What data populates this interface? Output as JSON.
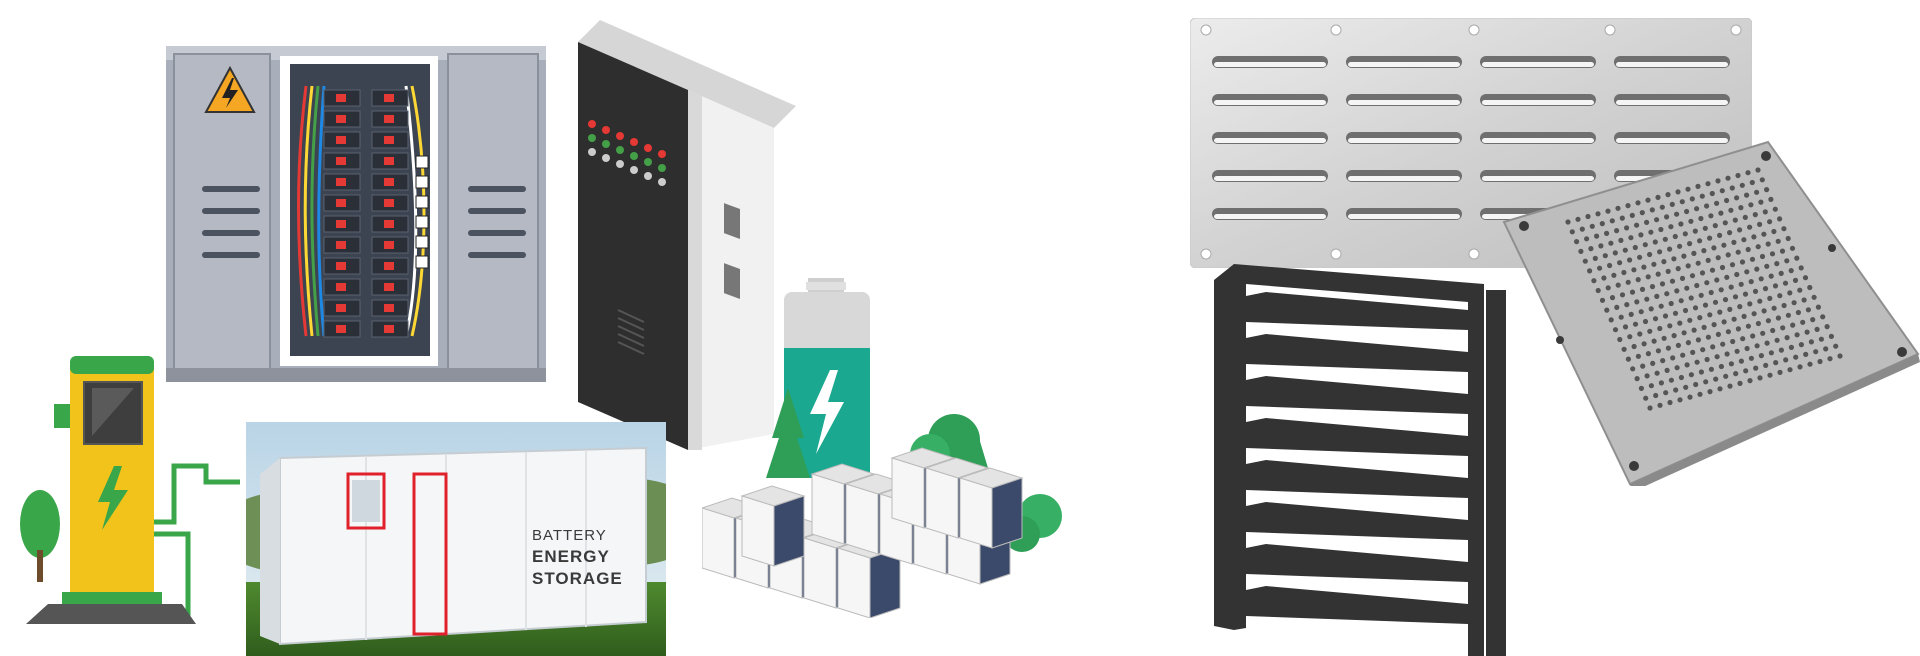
{
  "container_label": {
    "line1": "BATTERY",
    "line2": "ENERGY",
    "line3": "STORAGE"
  },
  "colors": {
    "panel_body": "#a9aebb",
    "panel_inner": "#3c4451",
    "cabinet_front": "#2e2e2e",
    "cabinet_side": "#ececec",
    "charger_yellow": "#f2c31a",
    "charger_green": "#3aa64a",
    "battery_teal": "#1aa891",
    "tree_green": "#2f9e57",
    "vent_metal": "#d8d8d8",
    "perf_metal": "#bdbdbd",
    "louver_dark": "#333333",
    "highlight_red": "#e0202a"
  },
  "icons": [
    "warning-icon",
    "lightning-icon"
  ]
}
